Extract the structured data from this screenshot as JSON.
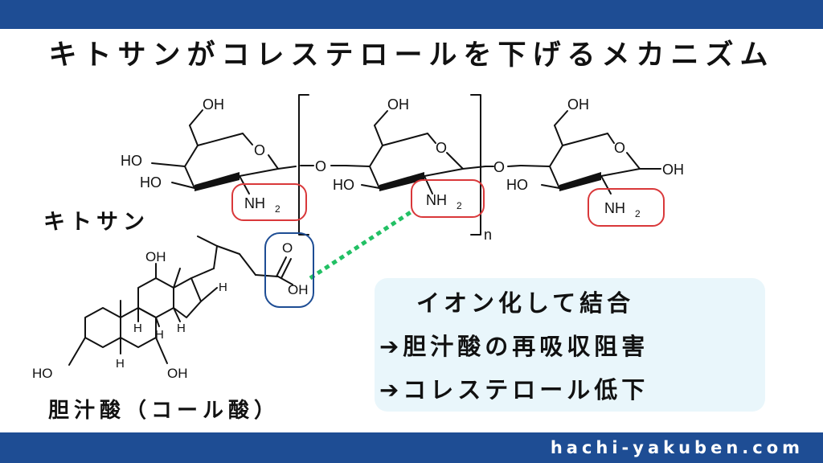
{
  "title": "キトサンがコレステロールを下げるメカニズム",
  "chitosan_label": "キトサン",
  "bile_acid_label": "胆汁酸（コール酸）",
  "mechanism": {
    "line1": "イオン化して結合",
    "line2": "➔胆汁酸の再吸収阻害",
    "line3": "➔コレステロール低下"
  },
  "footer_site": "hachi-yakuben.com",
  "chem_labels": {
    "oh": "OH",
    "ho": "HO",
    "o": "O",
    "nh": "NH",
    "sub2": "2",
    "n": "n",
    "h": "H"
  },
  "colors": {
    "brand_bar": "#1e4d94",
    "amine_highlight": "#d9383a",
    "carboxyl_highlight": "#1e4d94",
    "interaction_line": "#22c064",
    "info_box": "#e9f6fb"
  }
}
